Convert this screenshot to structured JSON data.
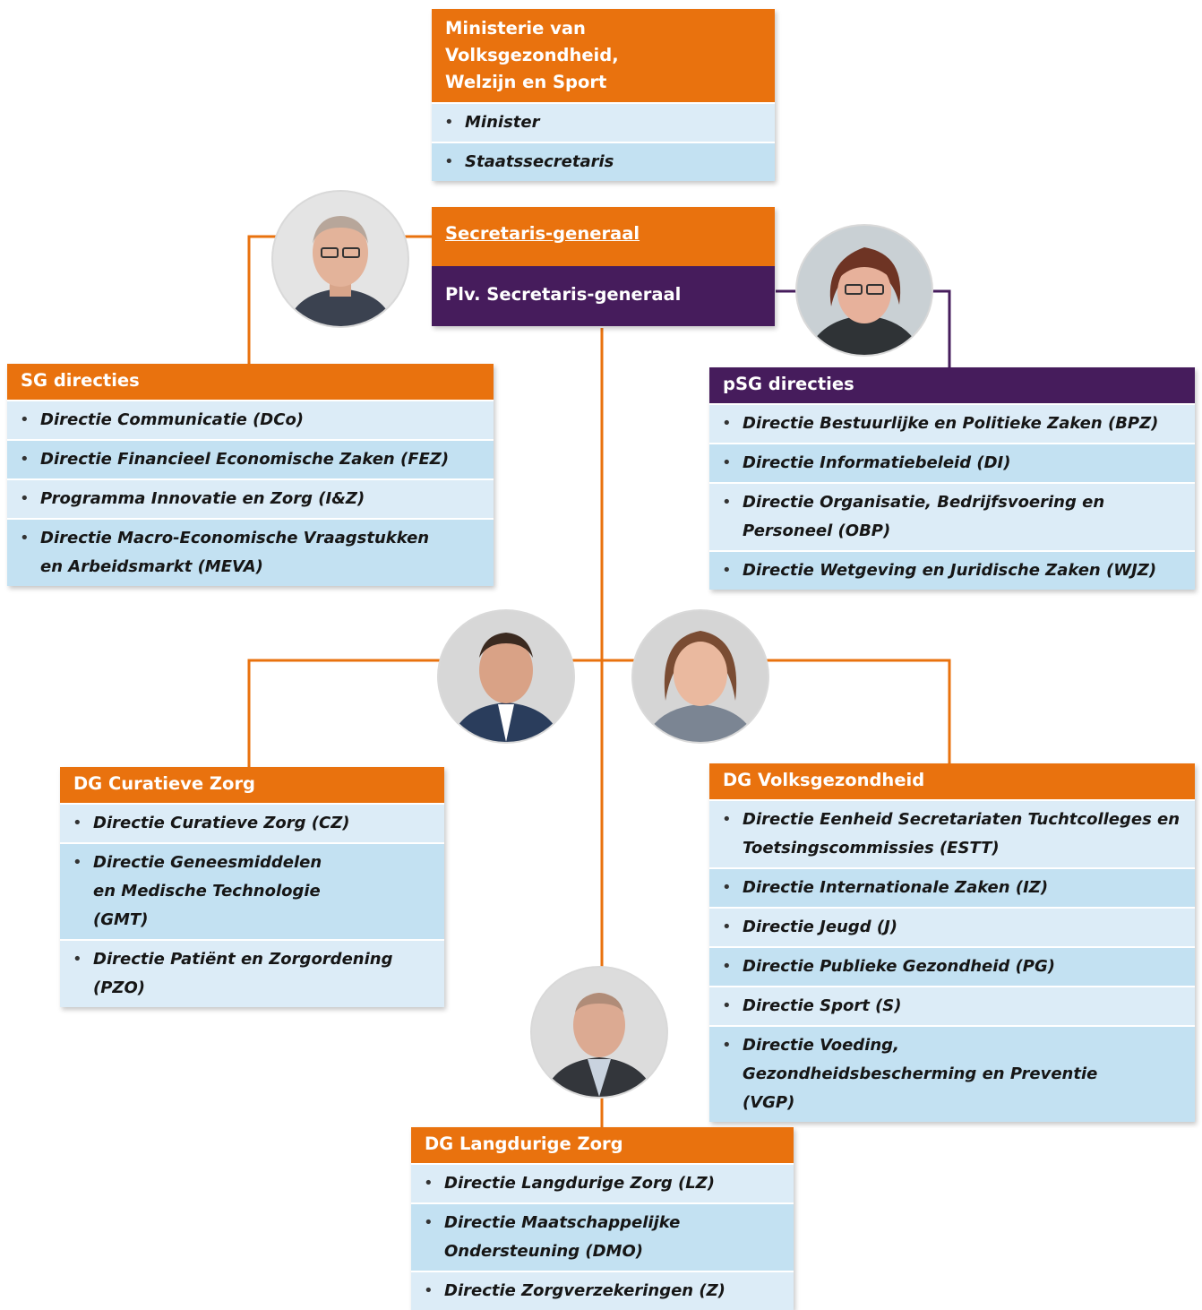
{
  "colors": {
    "orange": "#e9720e",
    "purple": "#461c5c",
    "light_blue": "#dcecf7",
    "mid_blue": "#c3e1f2"
  },
  "ministry": {
    "title_line1": "Ministerie van Volksgezondheid,",
    "title_line2": "Welzijn en Sport",
    "items": [
      "Minister",
      "Staatssecretaris"
    ]
  },
  "secretaris_generaal": {
    "label": "Secretaris-generaal",
    "photo_icon": "person-photo-icon"
  },
  "plv_secretaris_generaal": {
    "label": "Plv. Secretaris-generaal",
    "photo_icon": "person-photo-icon"
  },
  "sg_directies": {
    "title": "SG directies",
    "items": [
      "Directie Communicatie (DCo)",
      "Directie Financieel Economische Zaken (FEZ)",
      "Programma Innovatie en Zorg (I&Z)",
      "Directie Macro-Economische Vraagstukken en Arbeidsmarkt (MEVA)"
    ]
  },
  "psg_directies": {
    "title": "pSG directies",
    "items": [
      "Directie Bestuurlijke en Politieke Zaken (BPZ)",
      "Directie Informatiebeleid (DI)",
      "Directie Organisatie, Bedrijfsvoering  en Personeel (OBP)",
      "Directie Wetgeving en Juridische Zaken (WJZ)"
    ]
  },
  "dg_curatieve_zorg": {
    "title": "DG Curatieve Zorg",
    "items": [
      "Directie Curatieve Zorg (CZ)",
      "Directie Geneesmiddelen en Medische Technologie (GMT)",
      "Directie Patiënt en Zorgordening (PZO)"
    ]
  },
  "dg_volksgezondheid": {
    "title": "DG Volksgezondheid",
    "items": [
      "Directie Eenheid Secretariaten Tuchtcolleges en Toetsingscommissies (ESTT)",
      "Directie Internationale Zaken (IZ)",
      "Directie Jeugd (J)",
      "Directie Publieke Gezondheid (PG)",
      "Directie Sport (S)",
      "Directie Voeding, Gezondheidsbescherming en Preventie (VGP)"
    ]
  },
  "dg_langdurige_zorg": {
    "title": "DG Langdurige Zorg",
    "items": [
      "Directie Langdurige Zorg (LZ)",
      "Directie Maatschappelijke Ondersteuning (DMO)",
      "Directie Zorgverzekeringen (Z)"
    ]
  }
}
